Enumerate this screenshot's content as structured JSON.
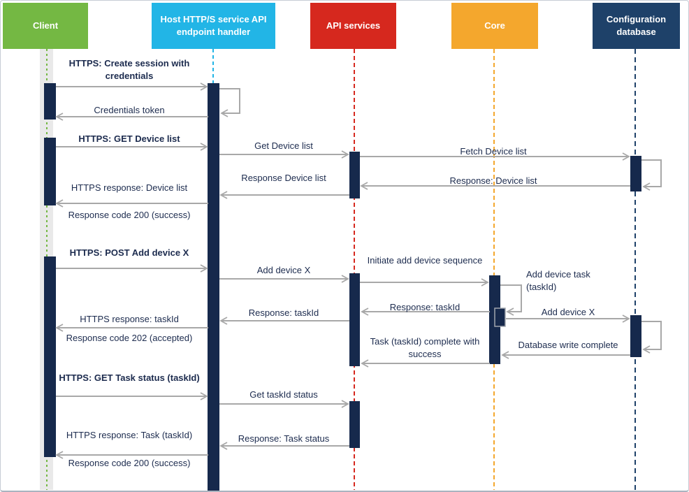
{
  "diagram_type": "sequence-diagram",
  "actors": [
    {
      "id": "client",
      "label": "Client",
      "color": "#74b843"
    },
    {
      "id": "host-handler",
      "label": "Host HTTP/S service API endpoint handler",
      "color": "#22b5e6"
    },
    {
      "id": "api-services",
      "label": "API services",
      "color": "#d6281e"
    },
    {
      "id": "core",
      "label": "Core",
      "color": "#f4a72d"
    },
    {
      "id": "config-db",
      "label": "Configuration database",
      "color": "#1e4169"
    }
  ],
  "colors": {
    "activation_bar": "#16294c",
    "arrow": "#a8a8a8",
    "text": "#1c2b4e",
    "client_band": "#e9e9e9"
  },
  "messages": [
    {
      "label": "HTTPS: Create session with credentials",
      "from": "Client",
      "to": "Host HTTP/S service API endpoint handler",
      "bold": true
    },
    {
      "label": "Credentials token",
      "from": "Host HTTP/S service API endpoint handler",
      "to": "Client",
      "bold": false
    },
    {
      "label": "HTTPS: GET Device list",
      "from": "Client",
      "to": "Host HTTP/S service API endpoint handler",
      "bold": true
    },
    {
      "label": "Get Device list",
      "from": "Host HTTP/S service API endpoint handler",
      "to": "API services",
      "bold": false
    },
    {
      "label": "Fetch Device list",
      "from": "API services",
      "to": "Configuration database",
      "bold": false
    },
    {
      "label": "Response: Device list",
      "from": "Configuration database",
      "to": "API services",
      "bold": false
    },
    {
      "label": "Response Device list",
      "from": "API services",
      "to": "Host HTTP/S service API endpoint handler",
      "bold": false
    },
    {
      "label": "HTTPS response: Device list",
      "from": "Host HTTP/S service API endpoint handler",
      "to": "Client",
      "bold": false
    },
    {
      "label": "Response code 200 (success)",
      "from": "Host HTTP/S service API endpoint handler",
      "to": "Client",
      "bold": false
    },
    {
      "label": "HTTPS: POST Add device X",
      "from": "Client",
      "to": "Host HTTP/S service API endpoint handler",
      "bold": true
    },
    {
      "label": "Add device X",
      "from": "Host HTTP/S service API endpoint handler",
      "to": "API services",
      "bold": false
    },
    {
      "label": "Initiate add device sequence",
      "from": "API services",
      "to": "Core",
      "bold": false
    },
    {
      "label": "Add device task (taskId)",
      "from": "Core",
      "to": "Core",
      "bold": false
    },
    {
      "label": "Response: taskId",
      "from": "Core",
      "to": "API services",
      "bold": false
    },
    {
      "label": "Add device X",
      "from": "Core",
      "to": "Configuration database",
      "bold": false
    },
    {
      "label": "Response: taskId",
      "from": "API services",
      "to": "Host HTTP/S service API endpoint handler",
      "bold": false
    },
    {
      "label": "HTTPS response: taskId",
      "from": "Host HTTP/S service API endpoint handler",
      "to": "Client",
      "bold": false
    },
    {
      "label": "Response code 202 (accepted)",
      "from": "Host HTTP/S service API endpoint handler",
      "to": "Client",
      "bold": false
    },
    {
      "label": "Database write complete",
      "from": "Configuration database",
      "to": "Core",
      "bold": false
    },
    {
      "label": "Task (taskId) complete with success",
      "from": "Core",
      "to": "API services",
      "bold": false
    },
    {
      "label": "HTTPS: GET Task status (taskId)",
      "from": "Client",
      "to": "Host HTTP/S service API endpoint handler",
      "bold": true
    },
    {
      "label": "Get taskId status",
      "from": "Host HTTP/S service API endpoint handler",
      "to": "API services",
      "bold": false
    },
    {
      "label": "Response: Task status",
      "from": "API services",
      "to": "Host HTTP/S service API endpoint handler",
      "bold": false
    },
    {
      "label": "HTTPS response: Task (taskId)",
      "from": "Host HTTP/S service API endpoint handler",
      "to": "Client",
      "bold": false
    },
    {
      "label": "Response code 200 (success)",
      "from": "Host HTTP/S service API endpoint handler",
      "to": "Client",
      "bold": false
    }
  ]
}
